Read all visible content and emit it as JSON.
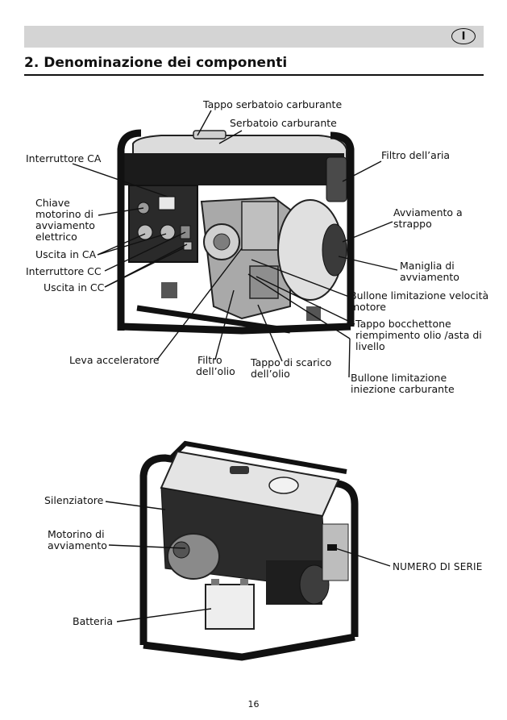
{
  "header": {
    "language_badge": "I",
    "section_title": "2. Denominazione dei componenti"
  },
  "figure_top": {
    "labels": {
      "tappo_serbatoio": "Tappo serbatoio carburante",
      "serbatoio": "Serbatoio carburante",
      "interruttore_ca": "Interruttore CA",
      "filtro_aria": "Filtro dell’aria",
      "chiave_line1": "Chiave",
      "chiave_line2": "motorino di",
      "chiave_line3": "avviamento",
      "chiave_line4": "elettrico",
      "avviamento_strappo_line1": "Avviamento a",
      "avviamento_strappo_line2": "strappo",
      "uscita_ca": "Uscita in CA",
      "maniglia_line1": "Maniglia di",
      "maniglia_line2": "avviamento",
      "interruttore_cc": "Interruttore CC",
      "uscita_cc": "Uscita in CC",
      "bullone_velocita_line1": "Bullone limitazione velocità",
      "bullone_velocita_line2": "motore",
      "tappo_olio_line1": "Tappo bocchettone",
      "tappo_olio_line2": "riempimento olio /asta di",
      "tappo_olio_line3": "livello",
      "leva_acceleratore": "Leva acceleratore",
      "filtro_olio_line1": "Filtro",
      "filtro_olio_line2": "dell’olio",
      "tappo_scarico_line1": "Tappo di scarico",
      "tappo_scarico_line2": "dell’olio",
      "bullone_iniezione_line1": "Bullone limitazione",
      "bullone_iniezione_line2": "iniezione carburante"
    }
  },
  "figure_bottom": {
    "labels": {
      "silenziatore": "Silenziatore",
      "motorino_line1": "Motorino di",
      "motorino_line2": "avviamento",
      "numero_serie": "NUMERO DI SERIE",
      "batteria": "Batteria"
    }
  },
  "footer": {
    "page_number": "16"
  }
}
